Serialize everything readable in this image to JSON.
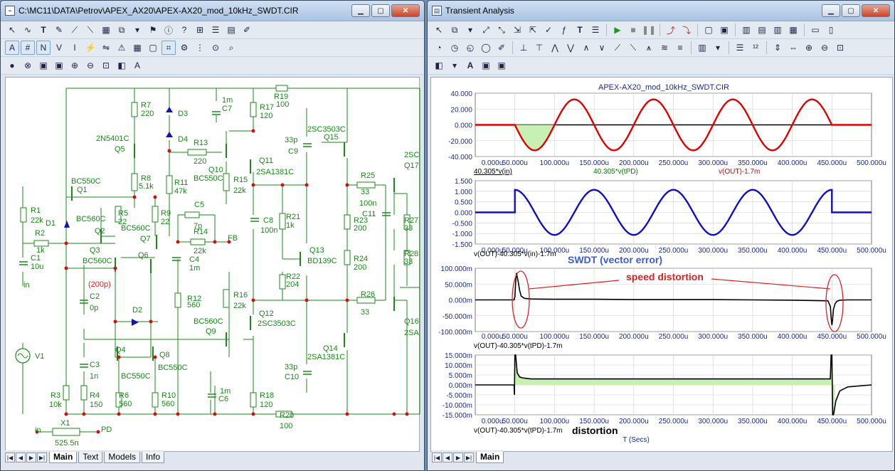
{
  "left": {
    "title": "C:\\MC11\\DATA\\Petrov\\APEX_AX20\\APEX-AX20_mod_10kHz_SWDT.CIR",
    "tabs": [
      "Main",
      "Text",
      "Models",
      "Info"
    ],
    "active_tab": "Main",
    "schematic": {
      "labels": [
        [
          "R7",
          196,
          149
        ],
        [
          "220",
          196,
          161
        ],
        [
          "D3",
          248,
          161
        ],
        [
          "1m",
          310,
          142
        ],
        [
          "C7",
          310,
          154
        ],
        [
          "R19",
          383,
          137
        ],
        [
          "100",
          386,
          148
        ],
        [
          "R17",
          363,
          152
        ],
        [
          "120",
          363,
          164
        ],
        [
          "2N5401C",
          133,
          196
        ],
        [
          "Q5",
          159,
          211
        ],
        [
          "D4",
          248,
          197
        ],
        [
          "R13",
          270,
          202
        ],
        [
          "220",
          270,
          228
        ],
        [
          "Q10",
          291,
          240
        ],
        [
          "BC550C",
          270,
          252
        ],
        [
          "Q11",
          362,
          227
        ],
        [
          "2SA1381C",
          358,
          243
        ],
        [
          "R15",
          326,
          254
        ],
        [
          "22k",
          326,
          269
        ],
        [
          "33p",
          398,
          198
        ],
        [
          "C9",
          403,
          214
        ],
        [
          "2SC3503C",
          430,
          183
        ],
        [
          "Q15",
          453,
          194
        ],
        [
          "R8",
          196,
          252
        ],
        [
          "5.1k",
          193,
          263
        ],
        [
          "R11",
          243,
          258
        ],
        [
          "47k",
          243,
          270
        ],
        [
          "BC550C",
          98,
          256
        ],
        [
          "Q1",
          106,
          268
        ],
        [
          "R1",
          41,
          297
        ],
        [
          "22k",
          41,
          311
        ],
        [
          "BC560C",
          105,
          309
        ],
        [
          "R5",
          164,
          301
        ],
        [
          "22",
          164,
          313
        ],
        [
          "R9",
          224,
          301
        ],
        [
          "22",
          224,
          313
        ],
        [
          "BC560C",
          168,
          322
        ],
        [
          "Q7",
          195,
          337
        ],
        [
          "C5",
          271,
          289
        ],
        [
          "7p",
          270,
          319
        ],
        [
          "R14",
          270,
          327
        ],
        [
          "22k",
          270,
          354
        ],
        [
          "FB",
          318,
          336
        ],
        [
          "R21",
          400,
          306
        ],
        [
          "1k",
          400,
          318
        ],
        [
          "C8",
          368,
          311
        ],
        [
          "100n",
          364,
          325
        ],
        [
          "D1",
          62,
          315
        ],
        [
          "R2",
          47,
          329
        ],
        [
          "1k",
          49,
          353
        ],
        [
          "C1",
          41,
          364
        ],
        [
          "10u",
          41,
          376
        ],
        [
          "Q2",
          131,
          326
        ],
        [
          "Q3",
          124,
          353
        ],
        [
          "BC560C",
          114,
          368
        ],
        [
          "Q6",
          192,
          360
        ],
        [
          "C4",
          264,
          366
        ],
        [
          "1m",
          264,
          378
        ],
        [
          "Q13",
          433,
          353
        ],
        [
          "BD139C",
          430,
          368
        ],
        [
          "R22",
          400,
          390
        ],
        [
          "204",
          400,
          401
        ],
        [
          "(200p)",
          122,
          401
        ],
        [
          "C2",
          124,
          418
        ],
        [
          "0p",
          124,
          434
        ],
        [
          "R12",
          261,
          421
        ],
        [
          "560",
          261,
          430
        ],
        [
          "R16",
          326,
          416
        ],
        [
          "22k",
          326,
          431
        ],
        [
          "D2",
          184,
          437
        ],
        [
          "Q12",
          362,
          442
        ],
        [
          "2SC3503C",
          360,
          456
        ],
        [
          "BC560C",
          270,
          453
        ],
        [
          "Q9",
          287,
          467
        ],
        [
          "V1",
          47,
          502
        ],
        [
          "Q4",
          160,
          493
        ],
        [
          "Q8",
          222,
          500
        ],
        [
          "BC550C",
          168,
          530
        ],
        [
          "BC550C",
          220,
          518
        ],
        [
          "C3",
          124,
          514
        ],
        [
          "1n",
          124,
          530
        ],
        [
          "2SA1381C",
          430,
          503
        ],
        [
          "Q14",
          452,
          491
        ],
        [
          "33p",
          398,
          517
        ],
        [
          "C10",
          398,
          531
        ],
        [
          "1m",
          307,
          551
        ],
        [
          "C6",
          305,
          562
        ],
        [
          "R3",
          69,
          557
        ],
        [
          "10k",
          67,
          570
        ],
        [
          "R4",
          124,
          557
        ],
        [
          "150",
          124,
          570
        ],
        [
          "R6",
          165,
          557
        ],
        [
          "560",
          165,
          569
        ],
        [
          "R10",
          225,
          557
        ],
        [
          "560",
          225,
          569
        ],
        [
          "R18",
          363,
          557
        ],
        [
          "120",
          363,
          570
        ],
        [
          "R20",
          391,
          585
        ],
        [
          "100",
          391,
          600
        ],
        [
          "X1",
          83,
          596
        ],
        [
          "525.5n",
          75,
          624
        ],
        [
          "in",
          47,
          606
        ],
        [
          "PD",
          140,
          605
        ],
        [
          "in",
          31,
          402
        ],
        [
          "R25",
          505,
          248
        ],
        [
          "33",
          505,
          271
        ],
        [
          "100n",
          503,
          287
        ],
        [
          "C11",
          507,
          302
        ],
        [
          "R23",
          495,
          311
        ],
        [
          "200",
          495,
          322
        ],
        [
          "R24",
          495,
          365
        ],
        [
          "200",
          495,
          377
        ],
        [
          "R26",
          505,
          415
        ],
        [
          "33",
          505,
          440
        ],
        [
          "R27",
          566,
          311
        ],
        [
          "33",
          566,
          322
        ],
        [
          "R28",
          566,
          358
        ],
        [
          "33",
          566,
          369
        ],
        [
          "2SC",
          566,
          219
        ],
        [
          "Q17",
          566,
          234
        ],
        [
          "Q16",
          566,
          453
        ],
        [
          "2SA",
          566,
          469
        ]
      ],
      "red_labels": [
        [
          "(200p)",
          122,
          401
        ]
      ]
    }
  },
  "right": {
    "title": "Transient Analysis",
    "tabs": [
      "Main"
    ],
    "active_tab": "Main",
    "plot_title": "APEX-AX20_mod_10kHz_SWDT.CIR",
    "x_axis_label": "T (Secs)",
    "annotation_swdt": "SWDT (vector error)",
    "annotation_speed": "speed distortion",
    "annotation_distortion": "distortion"
  },
  "chart_data": [
    {
      "type": "line",
      "x_ticks": [
        "0.000u",
        "50.000u",
        "100.000u",
        "150.000u",
        "200.000u",
        "250.000u",
        "300.000u",
        "350.000u",
        "400.000u",
        "450.000u",
        "500.000u"
      ],
      "xlim": [
        0,
        500
      ],
      "ylim": [
        -40,
        40
      ],
      "y_ticks": [
        "40.000",
        "20.000",
        "0.000",
        "-20.000",
        "-40.000"
      ],
      "y_values": [
        40,
        20,
        0,
        -20,
        -40
      ],
      "series": [
        {
          "name": "40.305*v(in)",
          "color": "#000000",
          "x": [
            0,
            500
          ],
          "y": [
            0,
            0
          ]
        },
        {
          "name": "40.305*v(tPD)",
          "color": "#008000"
        },
        {
          "name": "v(OUT)-1.7m",
          "color": "#e00000",
          "kind": "sine",
          "amplitude": 32.2,
          "period": 100,
          "start": 50,
          "end": 450
        }
      ],
      "legend": [
        "40.305*v(in)",
        "40.305*v(tPD)",
        "v(OUT)-1.7m"
      ],
      "legend_colors": [
        "#000000",
        "#008000",
        "#e00000"
      ]
    },
    {
      "type": "line",
      "x_ticks": [
        "0.000u",
        "50.000u",
        "100.000u",
        "150.000u",
        "200.000u",
        "250.000u",
        "300.000u",
        "350.000u",
        "400.000u",
        "450.000u",
        "500.000u"
      ],
      "xlim": [
        0,
        500
      ],
      "ylim": [
        -1.5,
        1.5
      ],
      "y_ticks": [
        "1.500",
        "1.000",
        "0.500",
        "0.000",
        "-0.500",
        "-1.000",
        "-1.500"
      ],
      "y_values": [
        1.5,
        1.0,
        0.5,
        0,
        -0.5,
        -1.0,
        -1.5
      ],
      "series": [
        {
          "name": "v(OUT)-40.305*v(in)-1.7m",
          "color": "#1010c0",
          "kind": "cosine",
          "amplitude": 1.07,
          "period": 100,
          "start": 50,
          "end": 450
        }
      ],
      "legend": [
        "v(OUT)-40.305*v(in)-1.7m"
      ],
      "legend_colors": [
        "#000000"
      ]
    },
    {
      "type": "line",
      "x_ticks": [
        "0.000u",
        "50.000u",
        "100.000u",
        "150.000u",
        "200.000u",
        "250.000u",
        "300.000u",
        "350.000u",
        "400.000u",
        "450.000u",
        "500.000u"
      ],
      "xlim": [
        0,
        500
      ],
      "ylim": [
        -100,
        100
      ],
      "y_ticks": [
        "100.000m",
        "50.000m",
        "0.000m",
        "-50.000m",
        "-100.000m"
      ],
      "y_values": [
        100,
        50,
        0,
        -50,
        -100
      ],
      "series": [
        {
          "name": "v(OUT)-40.305*v(tPD)-1.7m",
          "color": "#000000",
          "x": [
            0,
            49,
            50,
            51,
            52,
            54,
            56,
            58,
            62,
            70,
            100,
            150,
            200,
            250,
            300,
            350,
            400,
            445,
            448,
            449,
            450,
            451,
            452,
            454,
            456,
            460,
            470,
            500
          ],
          "y": [
            0,
            0,
            10,
            55,
            85,
            60,
            30,
            12,
            5,
            3,
            2,
            2,
            1,
            1,
            1,
            0,
            -1,
            -3,
            -20,
            -55,
            -80,
            -60,
            -30,
            -12,
            -5,
            -1,
            0,
            0
          ]
        }
      ],
      "legend": [
        "v(OUT)-40.305*v(tPD)-1.7m"
      ],
      "legend_colors": [
        "#000000"
      ]
    },
    {
      "type": "line",
      "x_ticks": [
        "0.000u",
        "50.000u",
        "100.000u",
        "150.000u",
        "200.000u",
        "250.000u",
        "300.000u",
        "350.000u",
        "400.000u",
        "450.000u",
        "500.000u"
      ],
      "xlim": [
        0,
        500
      ],
      "ylim": [
        -15,
        15
      ],
      "y_ticks": [
        "15.000m",
        "10.000m",
        "5.000m",
        "0.000m",
        "-5.000m",
        "-10.000m",
        "-15.000m"
      ],
      "y_values": [
        15,
        10,
        5,
        0,
        -5,
        -10,
        -15
      ],
      "series": [
        {
          "name": "v(OUT)-40.305*v(tPD)-1.7m",
          "color": "#000000",
          "x": [
            0,
            49,
            49.5,
            50,
            50.5,
            51,
            53,
            56,
            60,
            70,
            100,
            200,
            300,
            400,
            447,
            448,
            449,
            450,
            451,
            452,
            455,
            460,
            470,
            500
          ],
          "y": [
            0,
            0,
            -5,
            15,
            15,
            15,
            6,
            4,
            3.5,
            3,
            3,
            3,
            3,
            3,
            3,
            3,
            15,
            15,
            -15,
            -15,
            -8,
            -3,
            -1,
            0
          ]
        }
      ],
      "legend": [
        "v(OUT)-40.305*v(tPD)-1.7m"
      ],
      "legend_colors": [
        "#000000"
      ]
    }
  ]
}
